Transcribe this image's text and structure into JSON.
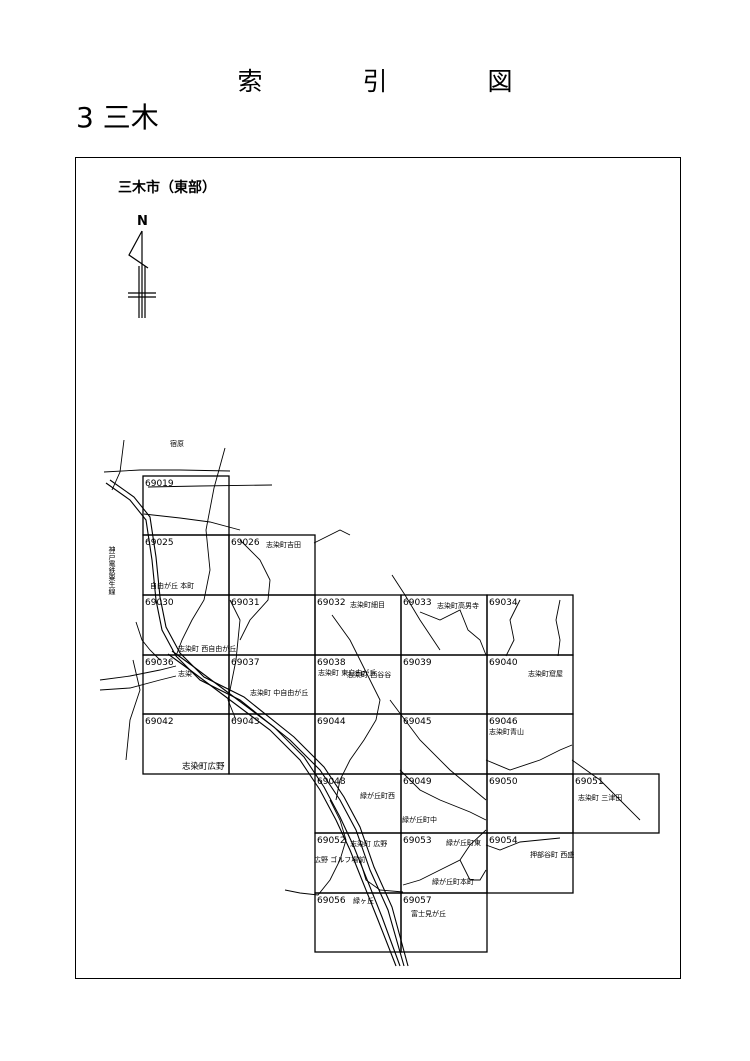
{
  "page": {
    "title_chars": [
      "索",
      "引",
      "図"
    ],
    "section": "3 三木",
    "map_title": "三木市（東部）",
    "north_label": "N"
  },
  "grid_cells": [
    {
      "code": "69019",
      "label": ""
    },
    {
      "code": "69025",
      "label": "自由が丘 本町"
    },
    {
      "code": "69026",
      "label": "志染町吉田"
    },
    {
      "code": "69030",
      "label": "志染町 西自由が丘"
    },
    {
      "code": "69031",
      "label": ""
    },
    {
      "code": "69032",
      "label": "志染町細目"
    },
    {
      "code": "69033",
      "label": "志染町高男寺"
    },
    {
      "code": "69034",
      "label": ""
    },
    {
      "code": "69036",
      "label": "志染"
    },
    {
      "code": "69037",
      "label": "志染町 中自由が丘"
    },
    {
      "code": "69038",
      "label": "志染町 東自由が丘"
    },
    {
      "code": "69039",
      "label": ""
    },
    {
      "code": "69040",
      "label": "志染町窟屋"
    },
    {
      "code": "69042",
      "label": "志染町広野"
    },
    {
      "code": "69043",
      "label": ""
    },
    {
      "code": "69044",
      "label": ""
    },
    {
      "code": "69045",
      "label": ""
    },
    {
      "code": "69046",
      "label": "志染町青山"
    },
    {
      "code": "69048",
      "label": "緑が丘町西"
    },
    {
      "code": "69049",
      "label": "緑が丘町中"
    },
    {
      "code": "69050",
      "label": ""
    },
    {
      "code": "69051",
      "label": "志染町 三津田"
    },
    {
      "code": "69052",
      "label": "広野 ゴルフ場前"
    },
    {
      "code": "69053",
      "label": "緑が丘町東"
    },
    {
      "code": "69054",
      "label": "押部谷町 西盛"
    },
    {
      "code": "69056",
      "label": "緑ヶ丘"
    },
    {
      "code": "69057",
      "label": "富士見が丘"
    }
  ],
  "place_labels": {
    "shiode": "宿原",
    "railway": "神戸電鉄粟生線",
    "shijimi_hirono": "志染町 広野",
    "nishi_ai": "志染町 西谷谷",
    "ryokugaoka_honmachi": "緑が丘町本町"
  }
}
